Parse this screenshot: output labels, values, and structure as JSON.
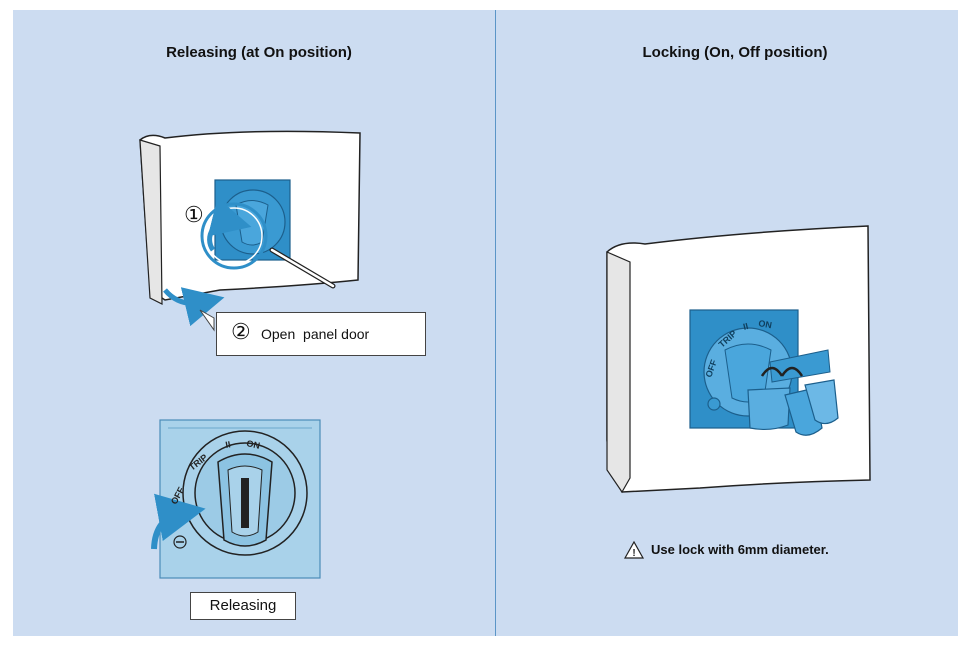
{
  "left_panel": {
    "title": "Releasing (at On position)",
    "step1_number": "①",
    "step2_number": "②",
    "step2_label": "Open  panel door",
    "dial_labels": {
      "off": "OFF",
      "trip": "TRIP",
      "on": "ON",
      "roman": "II"
    },
    "releasing_caption": "Releasing"
  },
  "right_panel": {
    "title": "Locking (On, Off position)",
    "dial_labels": {
      "off": "OFF",
      "trip": "TRIP",
      "on": "ON",
      "roman": "II"
    },
    "warning_text": "Use lock with 6mm diameter.",
    "warning_icon_glyph": "!"
  },
  "colors": {
    "background": "#ccdcf1",
    "accent": "#2f8fc8",
    "divider": "#5b95c7",
    "line": "#222222"
  }
}
